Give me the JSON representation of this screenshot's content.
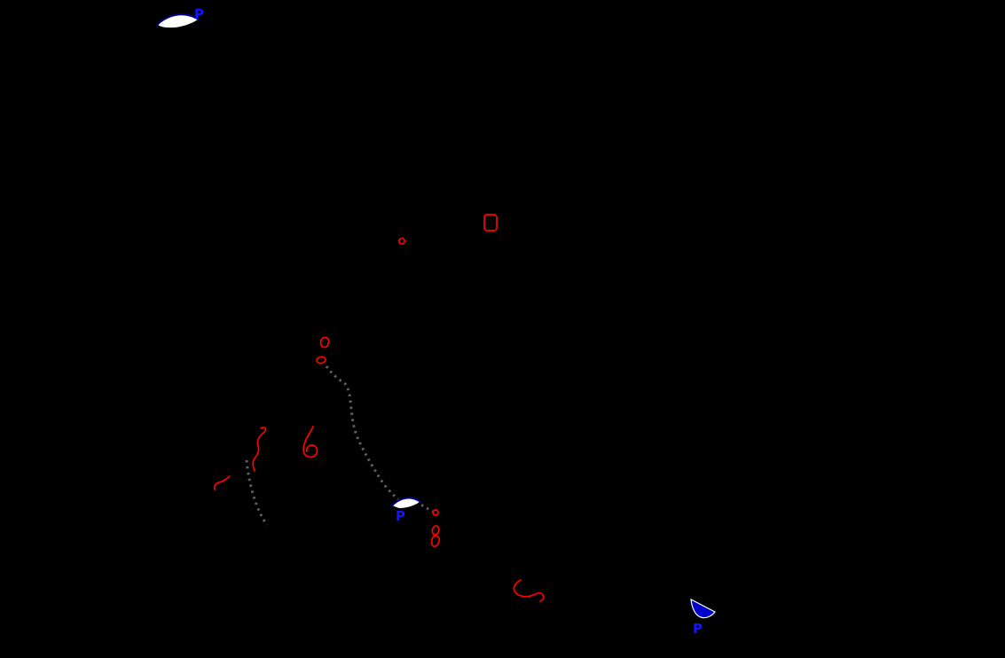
{
  "canvas": {
    "background": "#000000"
  },
  "colors": {
    "outline_red": "#ff0000",
    "trail_gray": "#5f5f5f",
    "label_blue": "#1414ff",
    "wing_white": "#ffffff",
    "wing_edge_navy": "#000080",
    "wing_blue": "#0000cc",
    "wing_edge_white": "#ffffff"
  },
  "sites": [
    {
      "id": "site-northwest",
      "label": "P"
    },
    {
      "id": "site-center",
      "label": "P"
    },
    {
      "id": "site-southeast",
      "label": "P"
    }
  ]
}
